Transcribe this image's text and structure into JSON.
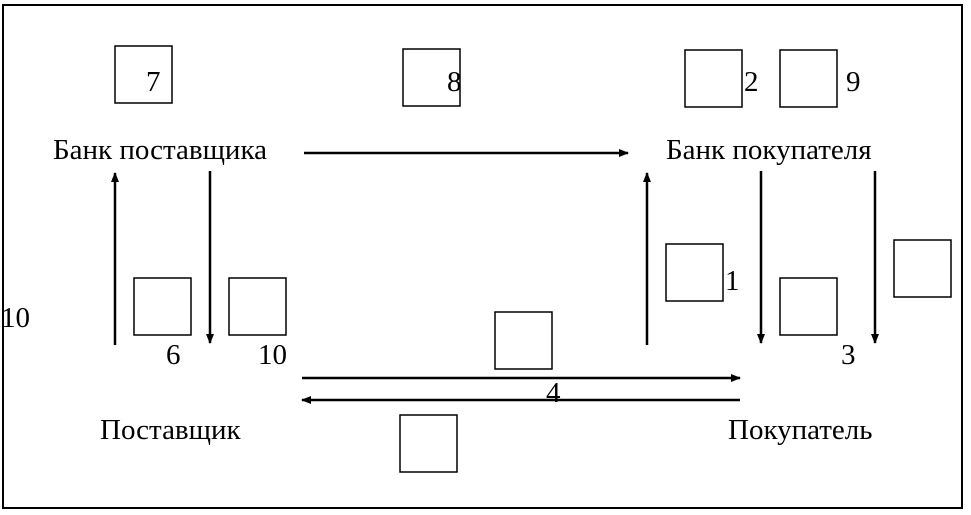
{
  "nodes": {
    "supplier_bank": "Банк поставщика",
    "buyer_bank": "Банк покупателя",
    "supplier": "Поставщик",
    "buyer": "Покупатель"
  },
  "numbers": {
    "n7": "7",
    "n8": "8",
    "n2": "2",
    "n9": "9",
    "n1": "1",
    "n10_left": "10",
    "n6": "6",
    "n10_mid": "10",
    "n3": "3",
    "n4": "4"
  },
  "colors": {
    "line": "#000000",
    "background": "#ffffff"
  }
}
